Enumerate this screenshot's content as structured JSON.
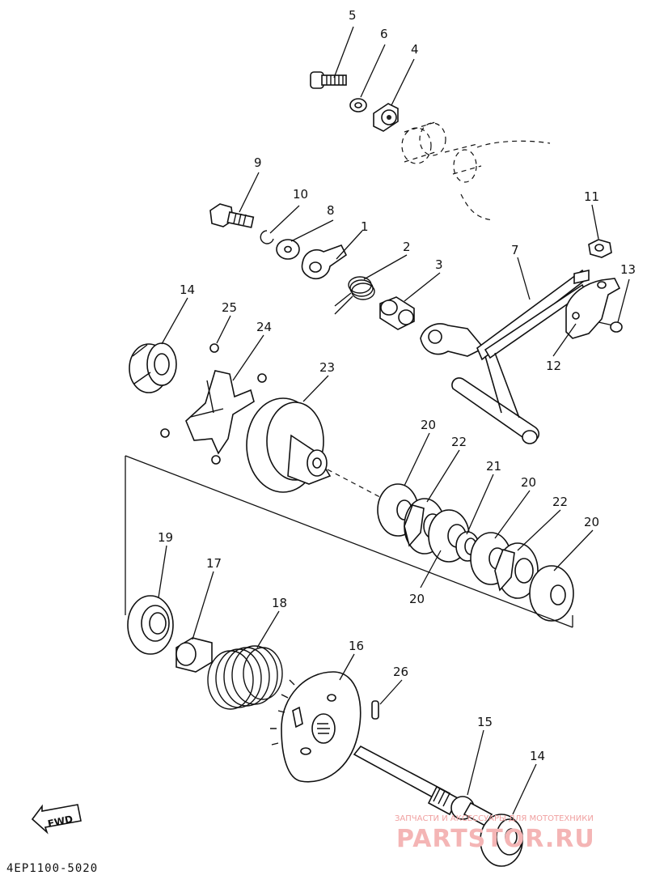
{
  "diagram": {
    "part_labels": [
      "5",
      "6",
      "4",
      "9",
      "10",
      "8",
      "1",
      "2",
      "3",
      "7",
      "11",
      "13",
      "12",
      "14",
      "25",
      "24",
      "23",
      "20",
      "22",
      "21",
      "20",
      "22",
      "20",
      "20",
      "19",
      "17",
      "18",
      "16",
      "26",
      "15",
      "14"
    ],
    "diagram_code": "4EP1100-5020",
    "fwd_label": "FWD",
    "watermark": {
      "tagline": "ЗАПЧАСТИ И АКСЕССУАРЫ ДЛЯ МОТОТЕХНИКИ",
      "brand": "PARTSTOR.RU"
    },
    "colors": {
      "ink": "#111111",
      "watermark": "#f4b5b5",
      "background": "#ffffff"
    }
  }
}
